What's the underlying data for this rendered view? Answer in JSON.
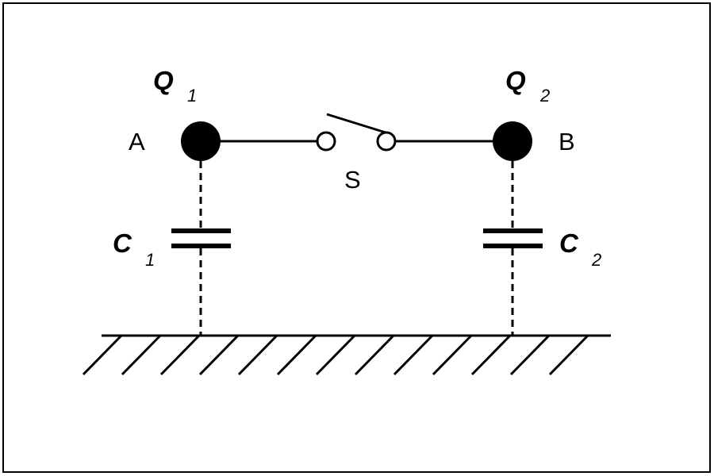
{
  "diagram": {
    "nodes": {
      "a": {
        "label": "A"
      },
      "b": {
        "label": "B"
      }
    },
    "charges": {
      "q1": {
        "symbol": "Q",
        "subscript": "1"
      },
      "q2": {
        "symbol": "Q",
        "subscript": "2"
      }
    },
    "switch": {
      "label": "S"
    },
    "capacitors": {
      "c1": {
        "symbol": "C",
        "subscript": "1"
      },
      "c2": {
        "symbol": "C",
        "subscript": "2"
      }
    }
  }
}
